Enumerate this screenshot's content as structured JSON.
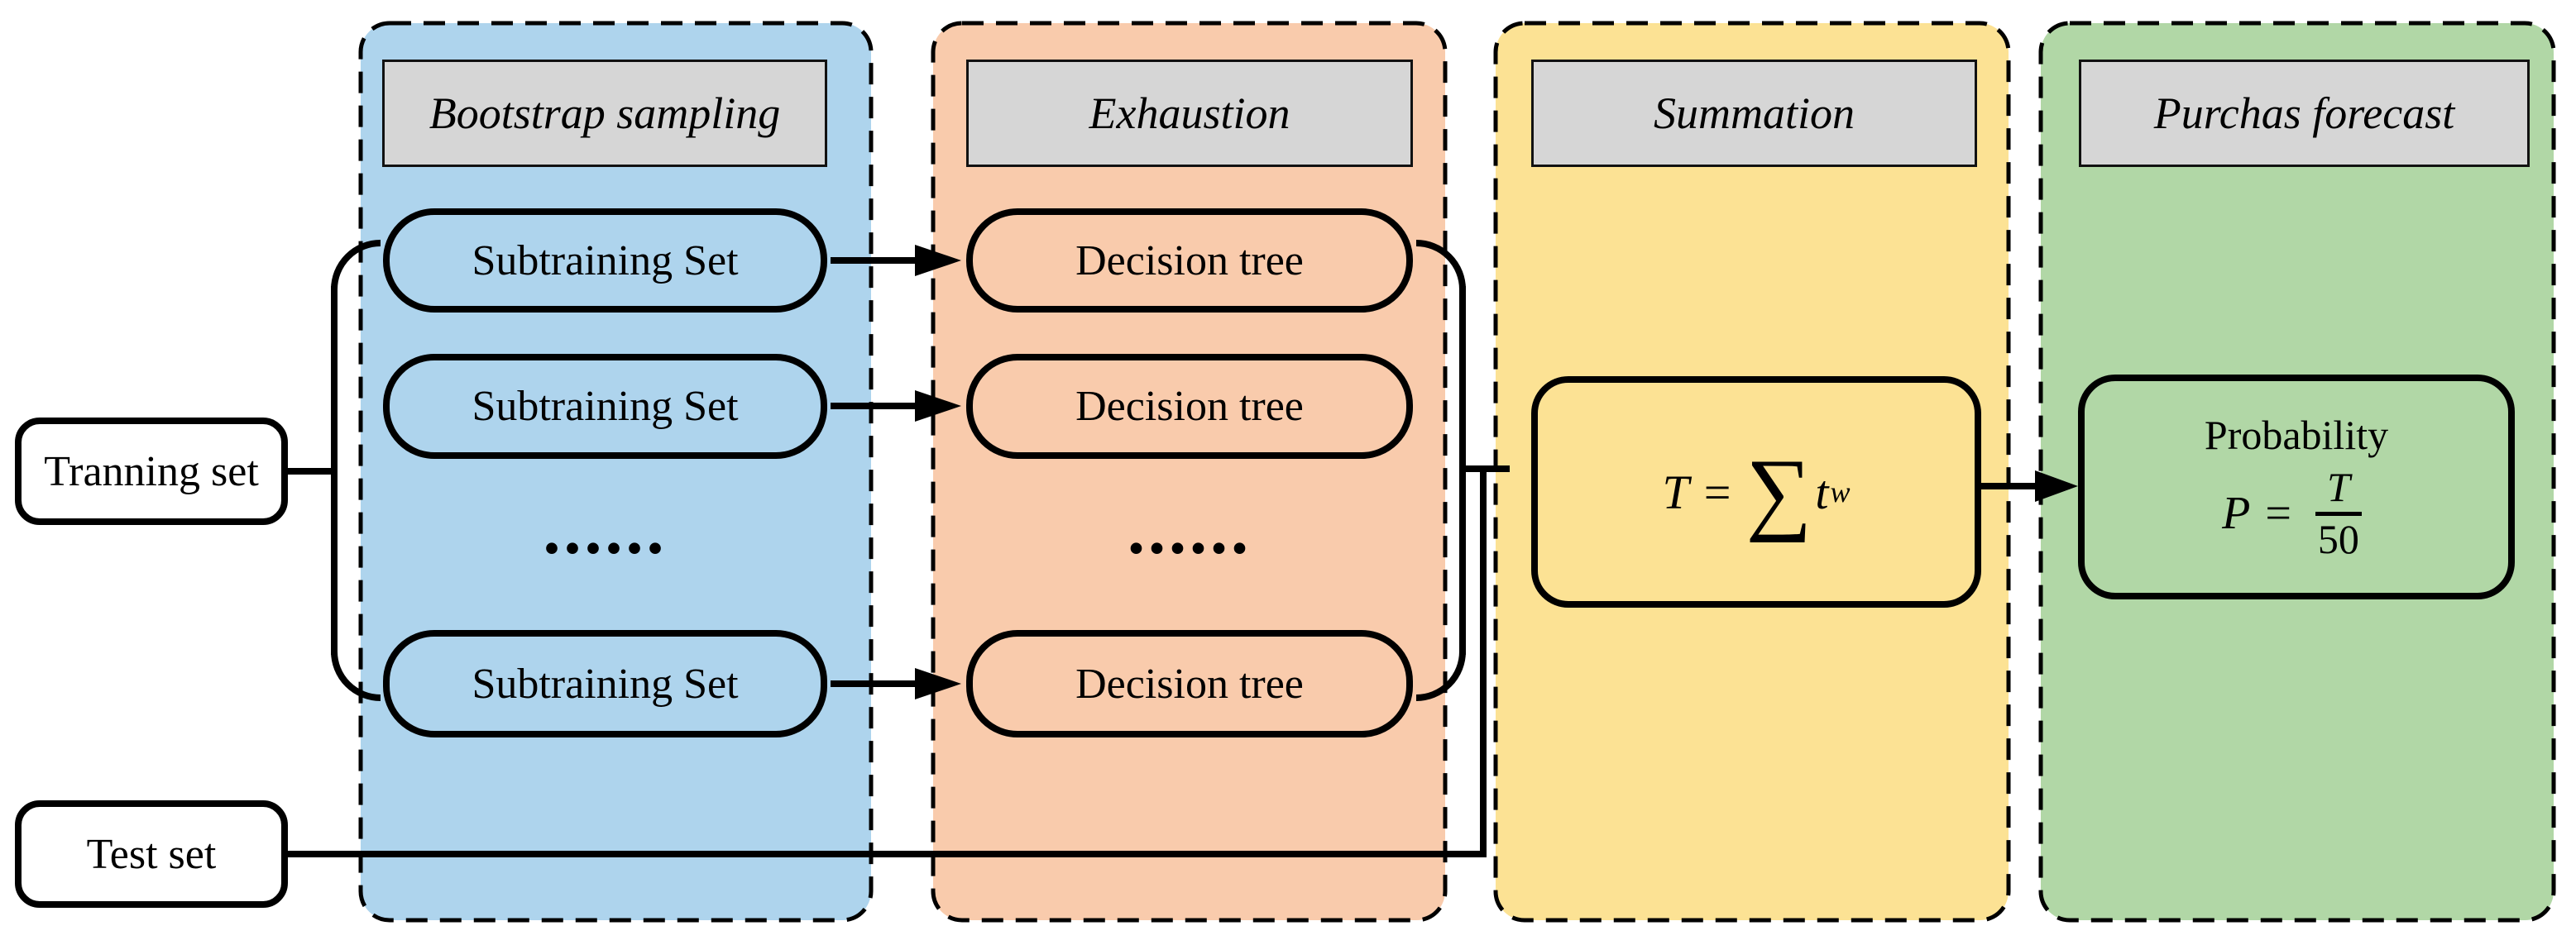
{
  "colors": {
    "blue_panel": "#aed4ed",
    "orange_panel": "#f9cbac",
    "yellow_panel": "#fce294",
    "green_panel": "#b1d7a6",
    "header_gray": "#d6d6d6",
    "line_black": "#000000",
    "box_white": "#ffffff"
  },
  "inputs": {
    "training_label": "Tranning set",
    "test_label": "Test set"
  },
  "panels": {
    "bootstrap": {
      "header": "Bootstrap sampling",
      "items": [
        "Subtraining Set",
        "Subtraining Set",
        "Subtraining Set"
      ],
      "ellipsis": "......"
    },
    "exhaustion": {
      "header": "Exhaustion",
      "items": [
        "Decision tree",
        "Decision tree",
        "Decision tree"
      ],
      "ellipsis": "......"
    },
    "summation": {
      "header": "Summation",
      "formula": {
        "lhs": "T",
        "eq": "=",
        "sigma": "∑",
        "term": "t",
        "sub": "w"
      }
    },
    "forecast": {
      "header": "Purchas forecast",
      "box_title": "Probability",
      "formula": {
        "lhs": "P",
        "eq": "=",
        "num": "T",
        "den": "50"
      }
    }
  }
}
